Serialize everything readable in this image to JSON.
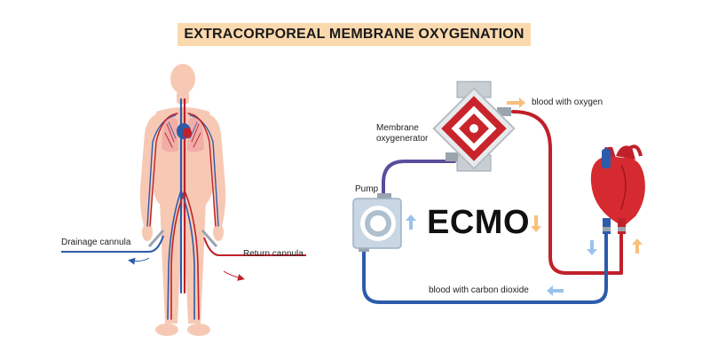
{
  "title": "EXTRACORPOREAL MEMBRANE OXYGENATION",
  "center_label": "ECMO",
  "labels": {
    "drainage_cannula": "Drainage cannula",
    "return_cannula": "Return cannula",
    "membrane_line1": "Membrane",
    "membrane_line2": "oxygenerator",
    "pump": "Pump",
    "blood_oxygen": "blood with oxygen",
    "blood_co2": "blood with carbon dioxide"
  },
  "colors": {
    "title_bg": "#fbd9ae",
    "oxygenated": "#c0202a",
    "deoxygenated": "#2d5bab",
    "heart": "#d42a30",
    "body_skin": "#f7c9b4",
    "arrow_orange": "#f7c07a",
    "arrow_blue": "#9bc3ea"
  },
  "icons": [
    "human-body-icon",
    "heart-icon",
    "membrane-oxygenator-icon",
    "pump-icon"
  ]
}
